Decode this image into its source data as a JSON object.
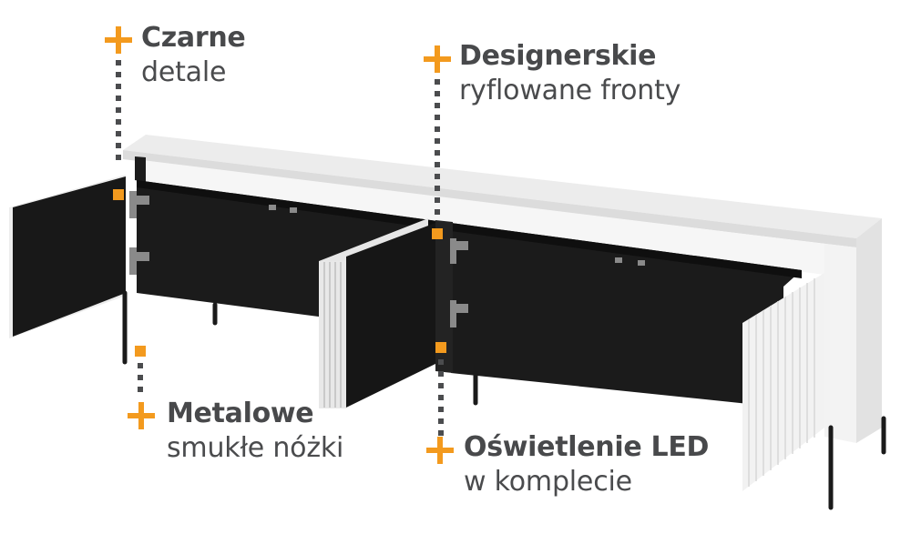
{
  "accent_color": "#f39a1e",
  "text_color": "#48494b",
  "product": {
    "description": "White TV cabinet with black interior, ribbed (fluted) fronts, open doors and black metal legs",
    "body_color": "#e9e9e9",
    "interior_color": "#1b1b1b",
    "leg_color": "#1a1a1a"
  },
  "features": [
    {
      "id": "black-details",
      "title": "Czarne",
      "subtitle": "detale",
      "icon": "plus-icon"
    },
    {
      "id": "designer-fronts",
      "title": "Designerskie",
      "subtitle": "ryflowane fronty",
      "icon": "plus-icon"
    },
    {
      "id": "metal-legs",
      "title": "Metalowe",
      "subtitle": "smukłe nóżki",
      "icon": "plus-icon"
    },
    {
      "id": "led-lighting",
      "title": "Oświetlenie LED",
      "subtitle": "w komplecie",
      "icon": "plus-icon"
    }
  ]
}
